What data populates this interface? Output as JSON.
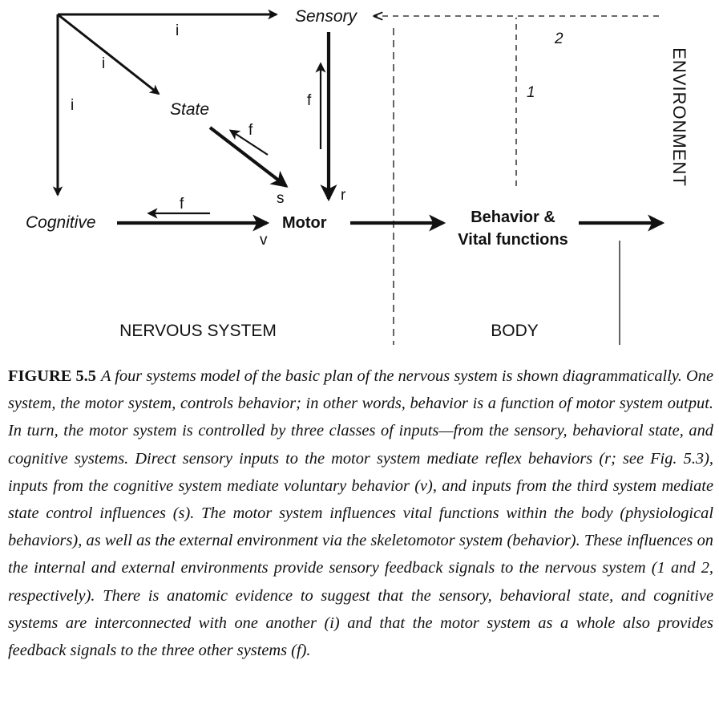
{
  "diagram": {
    "nodes": {
      "sensory": "Sensory",
      "state": "State",
      "cognitive": "Cognitive",
      "motor": "Motor",
      "behavior_line1": "Behavior &",
      "behavior_line2": "Vital functions"
    },
    "edge_labels": {
      "i_top": "i",
      "i_diag": "i",
      "i_left": "i",
      "f_sensory": "f",
      "f_state": "f",
      "f_cognitive": "f",
      "s": "s",
      "r": "r",
      "v": "v",
      "feedback_1": "1",
      "feedback_2": "2"
    },
    "regions": {
      "nervous_system": "NERVOUS SYSTEM",
      "body": "BODY",
      "environment": "ENVIRONMENT"
    }
  },
  "caption": {
    "label": "FIGURE 5.5",
    "text": "A four systems model of the basic plan of the nervous system is shown diagrammatically. One system, the motor system, controls behavior; in other words, behavior is a function of motor system output. In turn, the motor system is controlled by three classes of inputs—from the sensory, behavioral state, and cognitive systems. Direct sensory inputs to the motor system mediate reflex behaviors (r; see Fig. 5.3), inputs from the cognitive system mediate voluntary behavior (v), and inputs from the third system mediate state control influences (s). The motor system influences vital functions within the body (physiological behaviors), as well as the external environment via the skeletomotor system (behavior). These influences on the internal and external environments provide sensory feedback signals to the nervous system (1 and 2, respectively). There is anatomic evidence to suggest that the sensory, behavioral state, and cognitive systems are interconnected with one another (i) and that the motor system as a whole also provides feedback signals to the three other systems (f)."
  }
}
